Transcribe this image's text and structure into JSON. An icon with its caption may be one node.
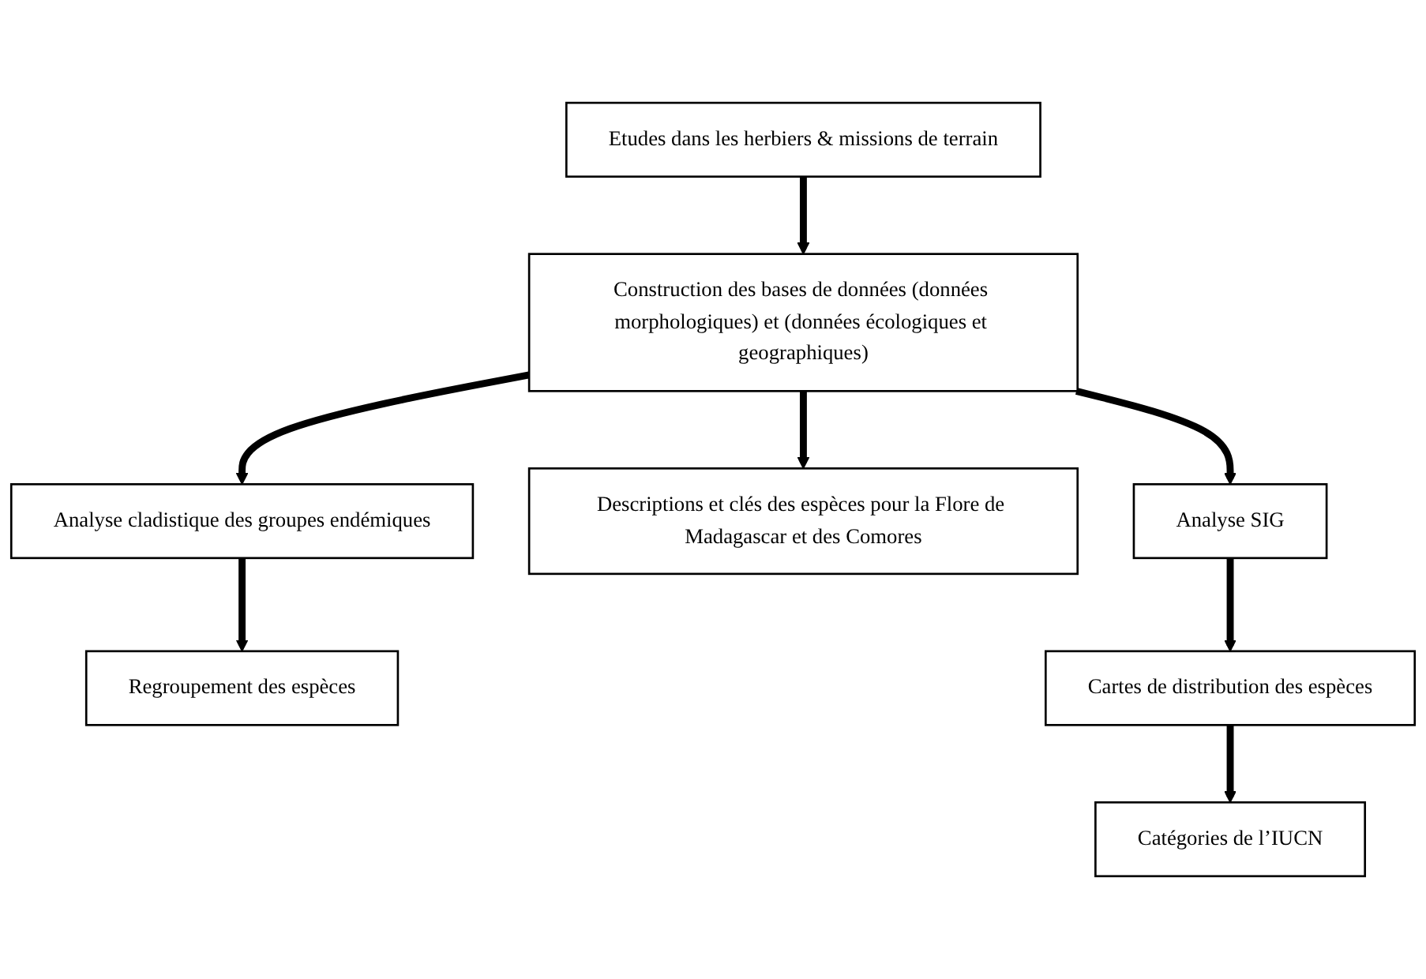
{
  "diagram": {
    "nodes": [
      {
        "text": [
          "Etudes dans les herbiers & missions de terrain"
        ]
      },
      {
        "text": [
          "Construction des bases de données (données morphologiques) et (données écologiques et geographiques)"
        ]
      },
      {
        "text": [
          "Analyse cladistique des groupes endémiques"
        ]
      },
      {
        "text": [
          "Regroupement des espèces"
        ]
      },
      {
        "text": [
          "Descriptions et clés des espèces pour la Flore de Madagascar et des Comores"
        ]
      },
      {
        "text": [
          "Analyse SIG"
        ]
      },
      {
        "text": [
          "Cartes de distribution des espèces"
        ]
      },
      {
        "text": [
          "Catégories de l’IUCN"
        ]
      }
    ],
    "edges": [
      {
        "from": 0,
        "to": 1,
        "arrow": "to"
      },
      {
        "from": 1,
        "to": 2,
        "arrow": "to"
      },
      {
        "from": 2,
        "to": 3,
        "arrow": "to"
      },
      {
        "from": 1,
        "to": 4,
        "arrow": "to"
      },
      {
        "from": 1,
        "to": 5,
        "arrow": "to"
      },
      {
        "from": 5,
        "to": 6,
        "arrow": "to"
      },
      {
        "from": 6,
        "to": 7,
        "arrow": "to"
      }
    ]
  }
}
